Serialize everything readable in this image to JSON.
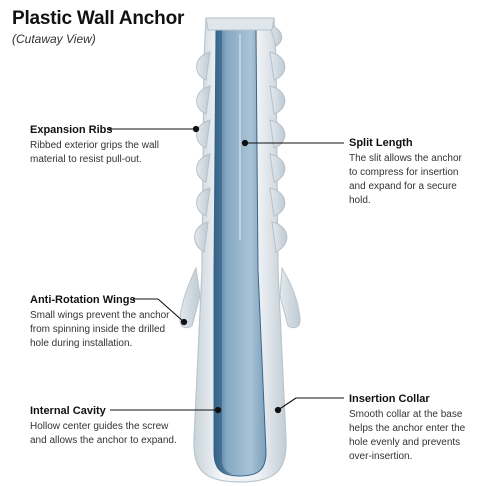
{
  "header": {
    "title": "Plastic Wall Anchor",
    "subtitle": "(Cutaway View)"
  },
  "callouts": {
    "expansion_ribs": {
      "title": "Expansion Ribs",
      "body": "Ribbed exterior grips the wall material to resist pull-out."
    },
    "anti_rotation_wings": {
      "title": "Anti-Rotation Wings",
      "body": "Small wings prevent the anchor from spinning inside the drilled hole during installation."
    },
    "internal_cavity": {
      "title": "Internal Cavity",
      "body": "Hollow center guides the screw and allows the anchor to expand."
    },
    "split_length": {
      "title": "Split Length",
      "body": "The slit allows the anchor to compress for insertion and expand for a secure hold."
    },
    "insertion_collar": {
      "title": "Insertion Collar",
      "body": "Smooth collar at the base helps the anchor enter the hole evenly and prevents over-insertion."
    }
  },
  "colors": {
    "shell": "#e9eef2",
    "shell_edge": "#b9c4cc",
    "cavity": "#8fb1cc",
    "cavity_dark": "#3f6f93",
    "leader": "#111111"
  }
}
